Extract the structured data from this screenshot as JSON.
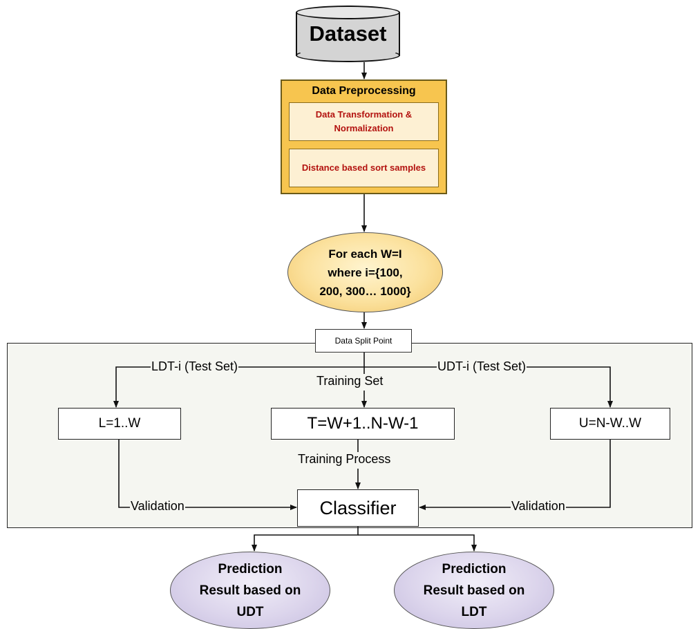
{
  "nodes": {
    "dataset": "Dataset",
    "preprocessing": {
      "title": "Data Preprocessing",
      "step1": "Data Transformation & Normalization",
      "step2": "Distance based sort samples"
    },
    "loop": {
      "line1": "For each W=I",
      "line2": "where i={100,",
      "line3": "200, 300… 1000}"
    },
    "split_point": "Data Split Point",
    "ldt_box": "L=1..W",
    "training_box": "T=W+1..N-W-1",
    "udt_box": "U=N-W..W",
    "classifier": "Classifier",
    "prediction_udt": {
      "line1": "Prediction",
      "line2": "Result based on",
      "line3": "UDT"
    },
    "prediction_ldt": {
      "line1": "Prediction",
      "line2": "Result based on",
      "line3": "LDT"
    }
  },
  "edges": {
    "ldt_test_set": "LDT-i  (Test Set)",
    "udt_test_set": "UDT-i (Test Set)",
    "training_set": "Training Set",
    "training_process": "Training Process",
    "validation_left": "Validation",
    "validation_right": "Validation"
  },
  "colors": {
    "preprocessing_fill": "#f7c54f",
    "preprocessing_text": "#b3120f",
    "loop_fill": "#fbe19d",
    "prediction_fill": "#dcd5ec",
    "dataset_fill": "#d4d4d4"
  }
}
